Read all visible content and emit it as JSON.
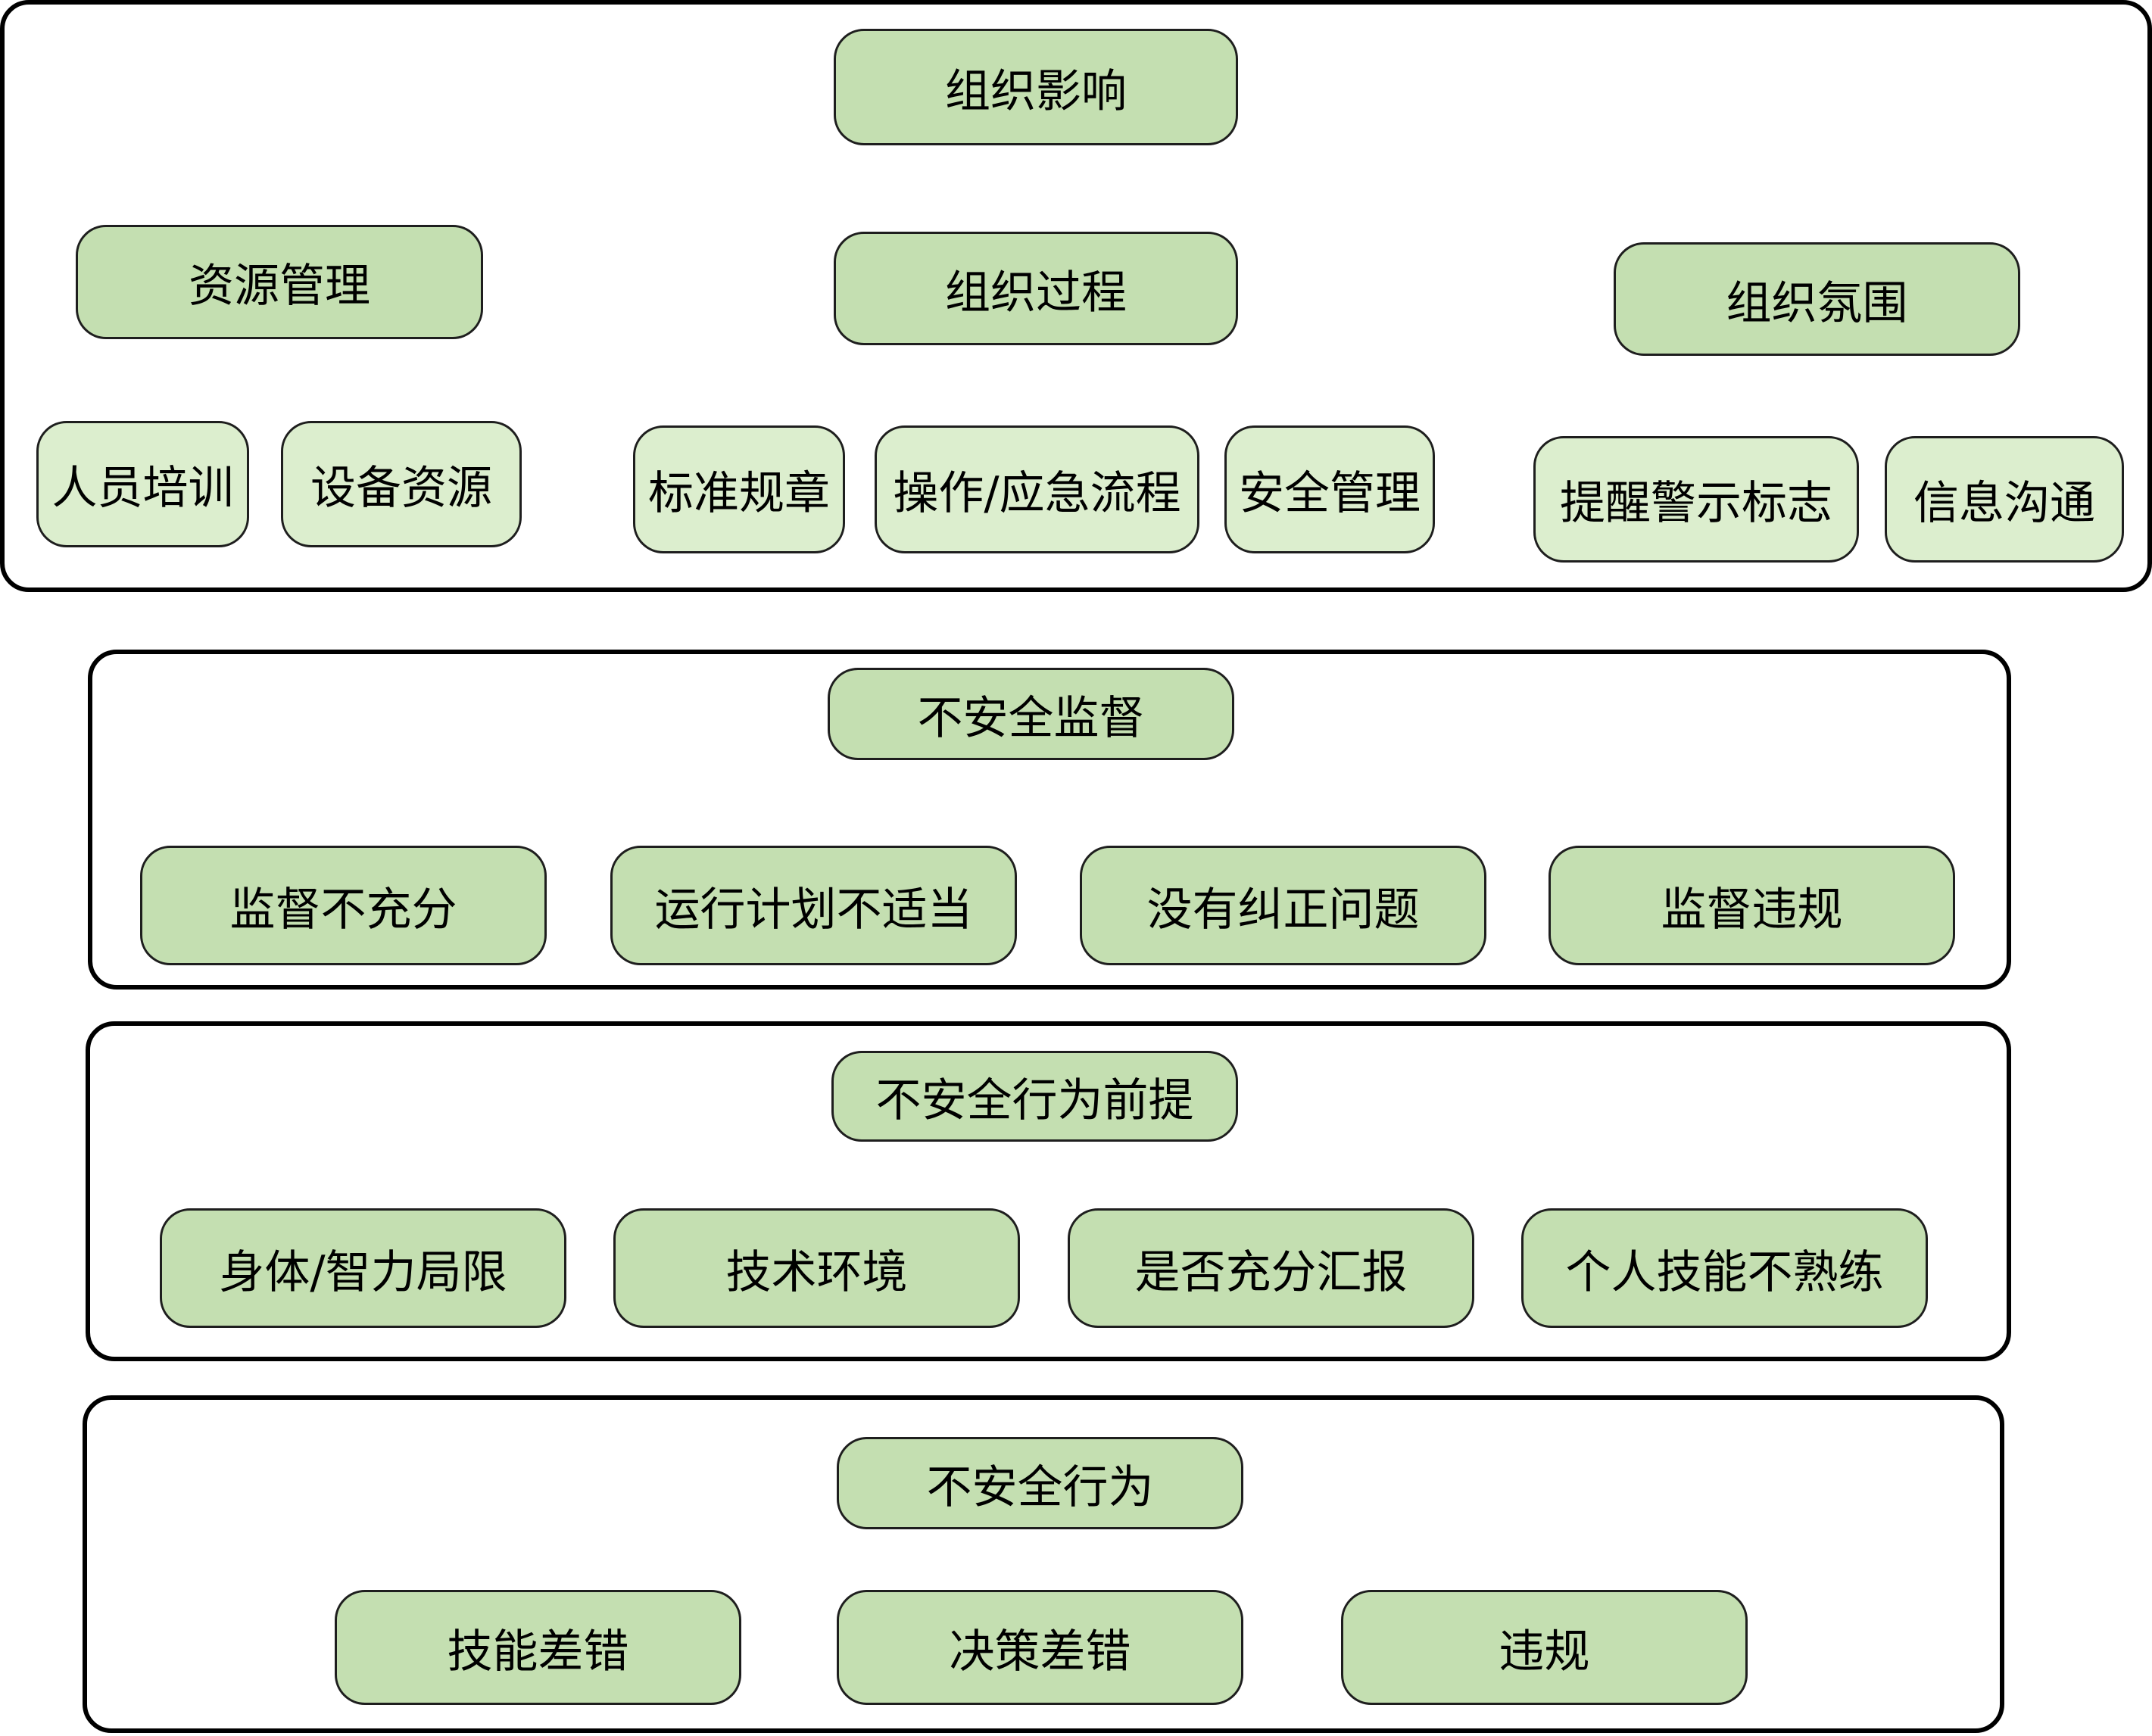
{
  "colors": {
    "node_fill": "#c4dfb1",
    "leaf_fill": "#dceece",
    "connector": "#5b8fbf",
    "frame_border": "#000000"
  },
  "organizational_influence": {
    "root": "组织影响",
    "branches": [
      {
        "label": "资源管理",
        "children": [
          "人员培训",
          "设备资源"
        ]
      },
      {
        "label": "组织过程",
        "children": [
          "标准规章",
          "操作/应急流程",
          "安全管理"
        ]
      },
      {
        "label": "组织氛围",
        "children": [
          "提醒警示标志",
          "信息沟通"
        ]
      }
    ]
  },
  "unsafe_supervision": {
    "root": "不安全监督",
    "children": [
      "监督不充分",
      "运行计划不适当",
      "没有纠正问题",
      "监督违规"
    ]
  },
  "preconditions": {
    "root": "不安全行为前提",
    "children": [
      "身体/智力局限",
      "技术环境",
      "是否充分汇报",
      "个人技能不熟练"
    ]
  },
  "unsafe_acts": {
    "root": "不安全行为",
    "children": [
      "技能差错",
      "决策差错",
      "违规"
    ]
  }
}
